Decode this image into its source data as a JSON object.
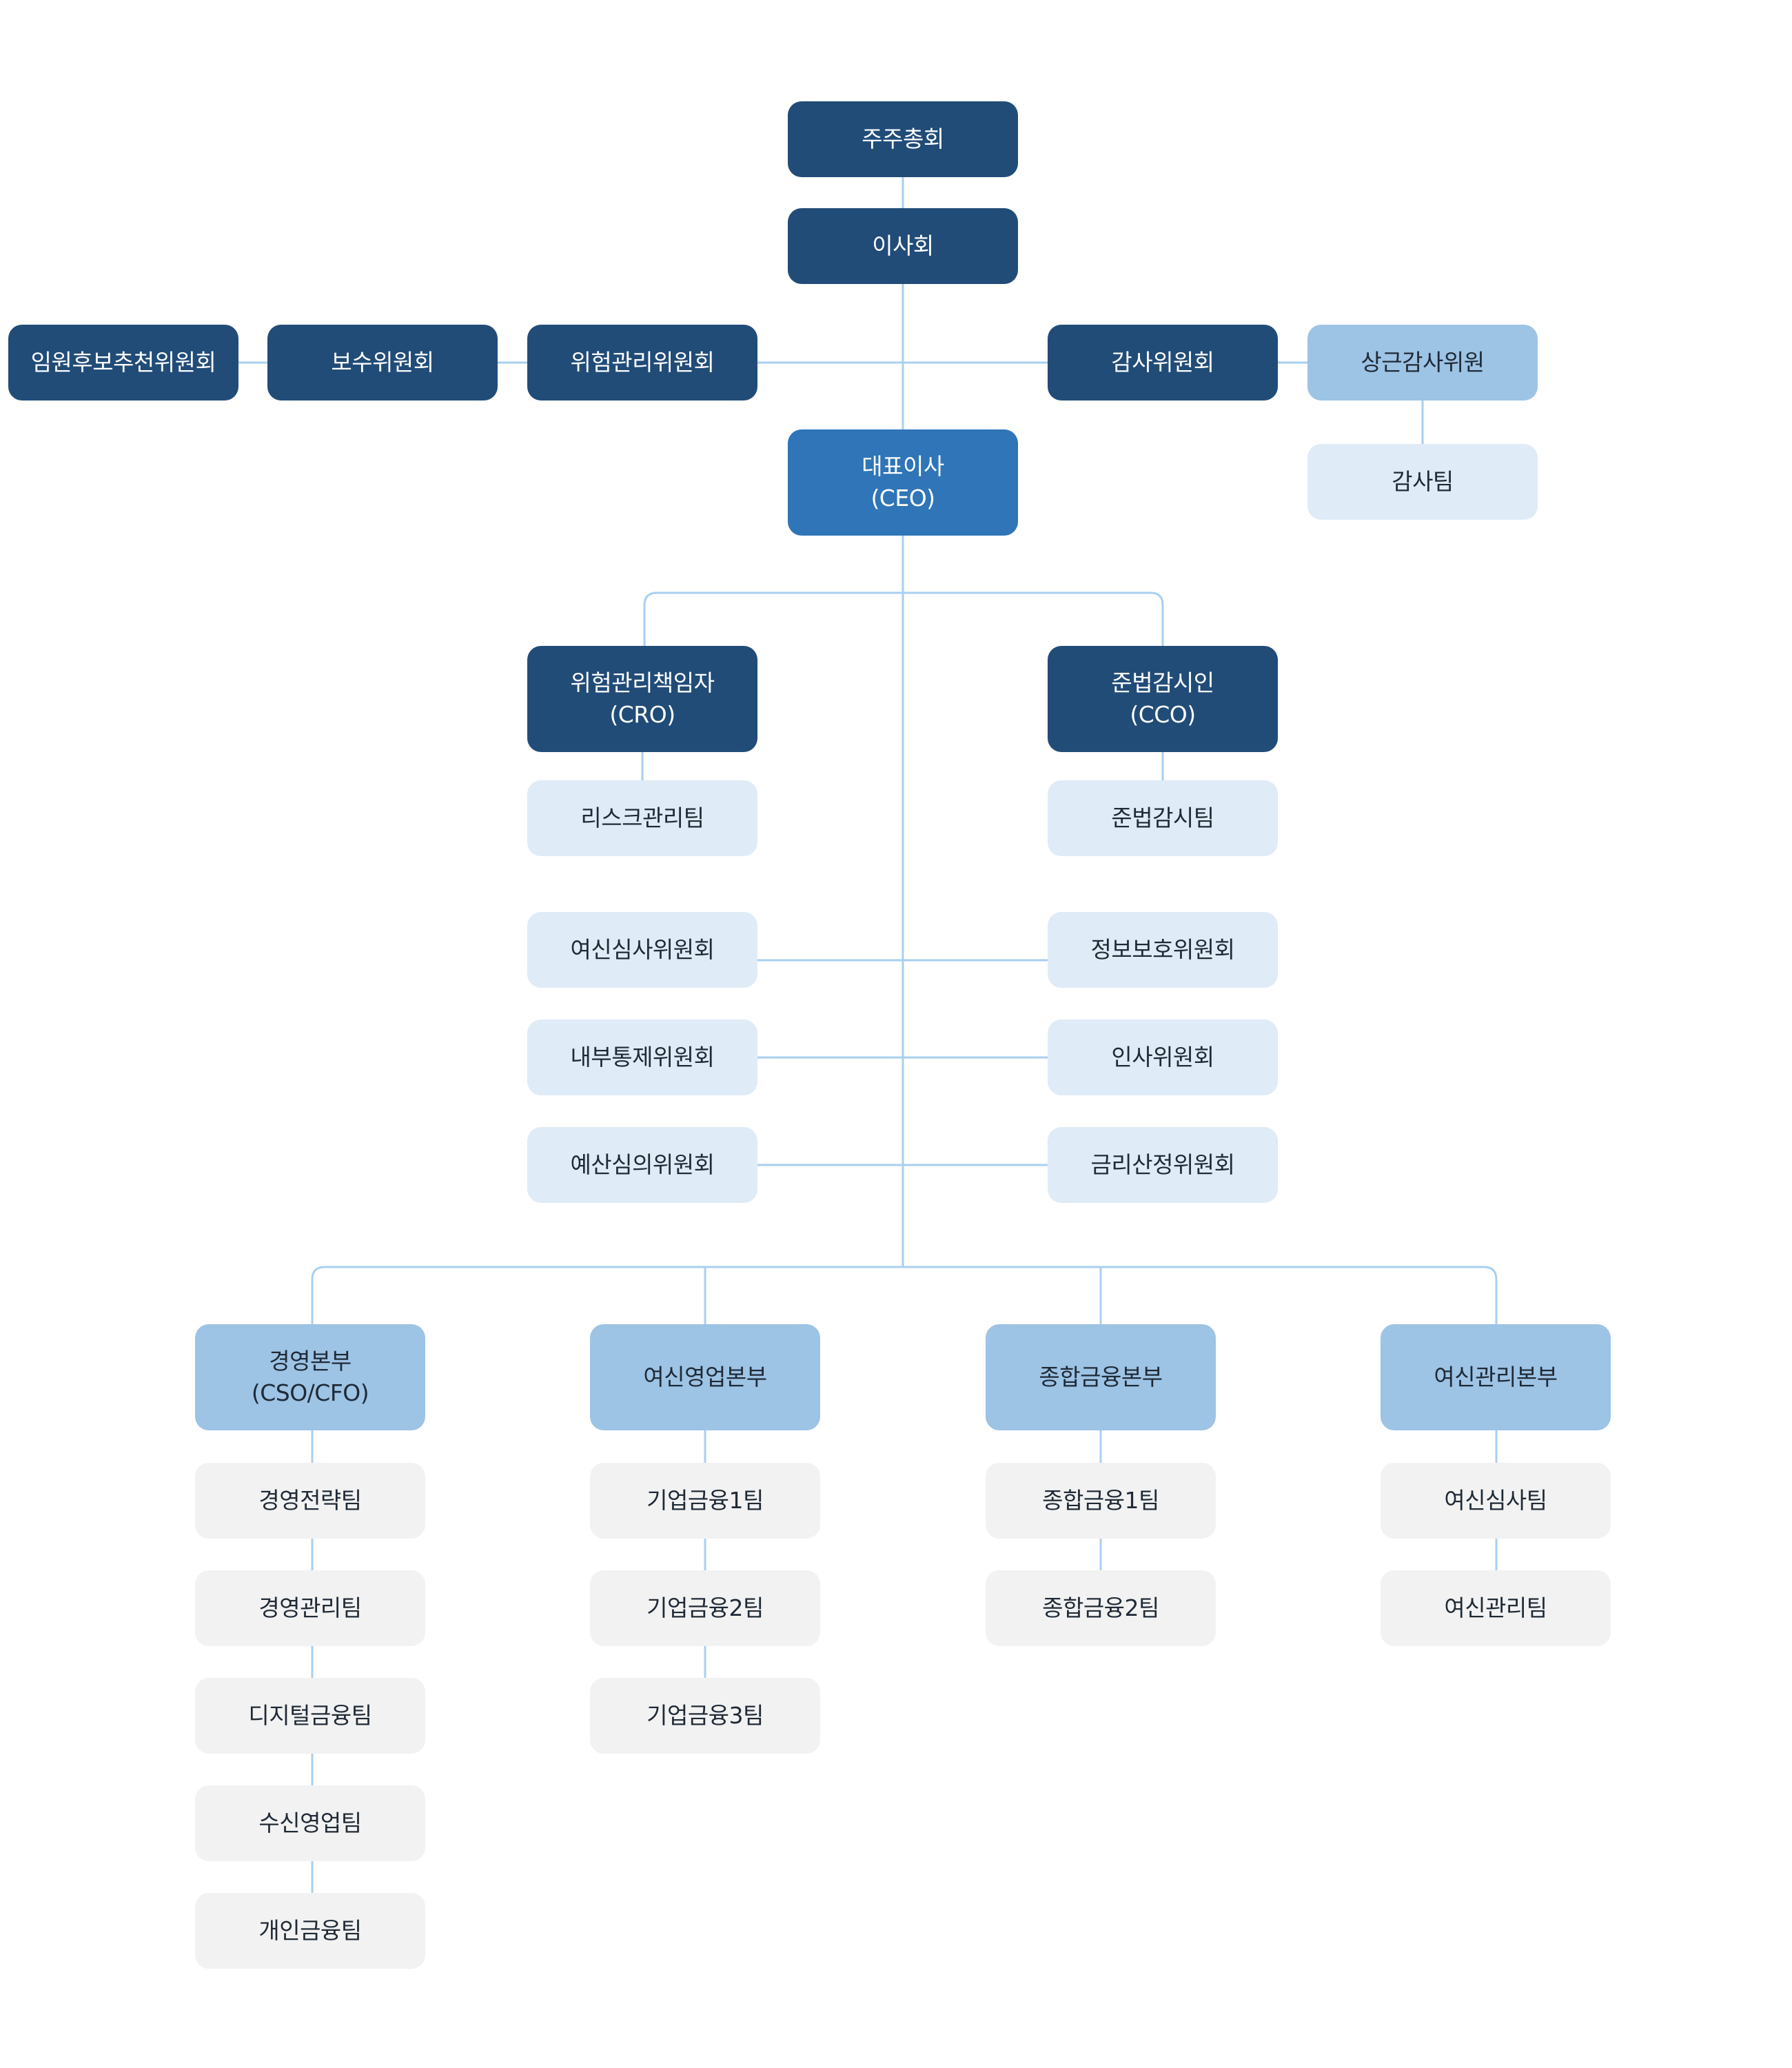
{
  "colors": {
    "navy": "#214C78",
    "ceo_blue": "#2F75B7",
    "sky": "#9DC3E5",
    "pale_blue": "#DFEBF7",
    "gray": "#F2F2F2",
    "connector": "#A9CFF0"
  },
  "top": {
    "general_meeting": "주주총회",
    "board": "이사회"
  },
  "board_committees": {
    "nomination": "임원후보추천위원회",
    "compensation": "보수위원회",
    "risk": "위험관리위원회",
    "audit": "감사위원회"
  },
  "audit": {
    "standing_auditor": "상근감사위원",
    "audit_team": "감사팀"
  },
  "ceo": {
    "line1": "대표이사",
    "line2": "(CEO)"
  },
  "officers": {
    "cro": {
      "line1": "위험관리책임자",
      "line2": "(CRO)",
      "team": "리스크관리팀"
    },
    "cco": {
      "line1": "준법감시인",
      "line2": "(CCO)",
      "team": "준법감시팀"
    }
  },
  "mgmt_committees": {
    "left": [
      "여신심사위원회",
      "내부통제위원회",
      "예산심의위원회"
    ],
    "right": [
      "정보보호위원회",
      "인사위원회",
      "금리산정위원회"
    ]
  },
  "divisions": [
    {
      "line1": "경영본부",
      "line2": "(CSO/CFO)",
      "teams": [
        "경영전략팀",
        "경영관리팀",
        "디지털금융팀",
        "수신영업팀",
        "개인금융팀"
      ]
    },
    {
      "line1": "여신영업본부",
      "line2": "",
      "teams": [
        "기업금융1팀",
        "기업금융2팀",
        "기업금융3팀"
      ]
    },
    {
      "line1": "종합금융본부",
      "line2": "",
      "teams": [
        "종합금융1팀",
        "종합금융2팀"
      ]
    },
    {
      "line1": "여신관리본부",
      "line2": "",
      "teams": [
        "여신심사팀",
        "여신관리팀"
      ]
    }
  ]
}
